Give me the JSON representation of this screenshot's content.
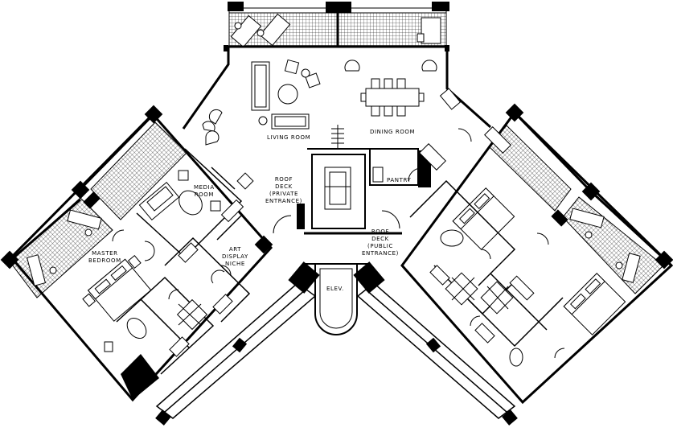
{
  "rooms": {
    "living_room": "LIVING ROOM",
    "dining_room": "DINING ROOM",
    "media_room_1": "MEDIA",
    "media_room_2": "ROOM",
    "master_bedroom_1": "MASTER",
    "master_bedroom_2": "BEDROOM",
    "pantry": "PANTRY",
    "roof_deck_private_1": "ROOF",
    "roof_deck_private_2": "DECK",
    "roof_deck_private_3": "(PRIVATE",
    "roof_deck_private_4": "ENTRANCE)",
    "roof_deck_public_1": "ROOF",
    "roof_deck_public_2": "DECK",
    "roof_deck_public_3": "(PUBLIC",
    "roof_deck_public_4": "ENTRANCE)",
    "art_niche_1": "ART",
    "art_niche_2": "DISPLAY",
    "art_niche_3": "NICHE",
    "elevator": "ELEV."
  },
  "colors": {
    "wall": "#000000",
    "line": "#000000",
    "background": "#ffffff",
    "hatch": "#000000"
  }
}
